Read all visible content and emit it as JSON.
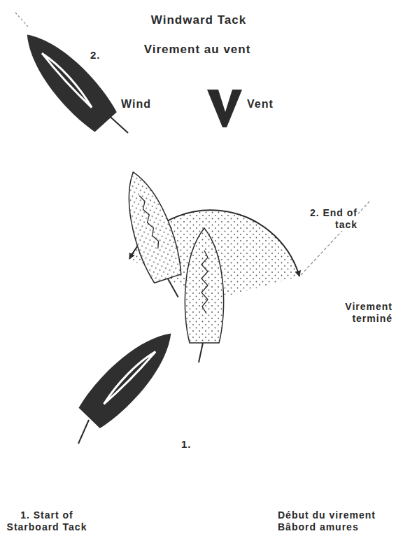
{
  "diagram": {
    "title": "Windward Tack",
    "labels": [
      "Virement au vent",
      "Wind",
      "Vent",
      "2.",
      "2. End of tack",
      "Virement terminé",
      "1.",
      "1. Start of Starboard Tack",
      "Début du virement Bâbord amures"
    ]
  }
}
